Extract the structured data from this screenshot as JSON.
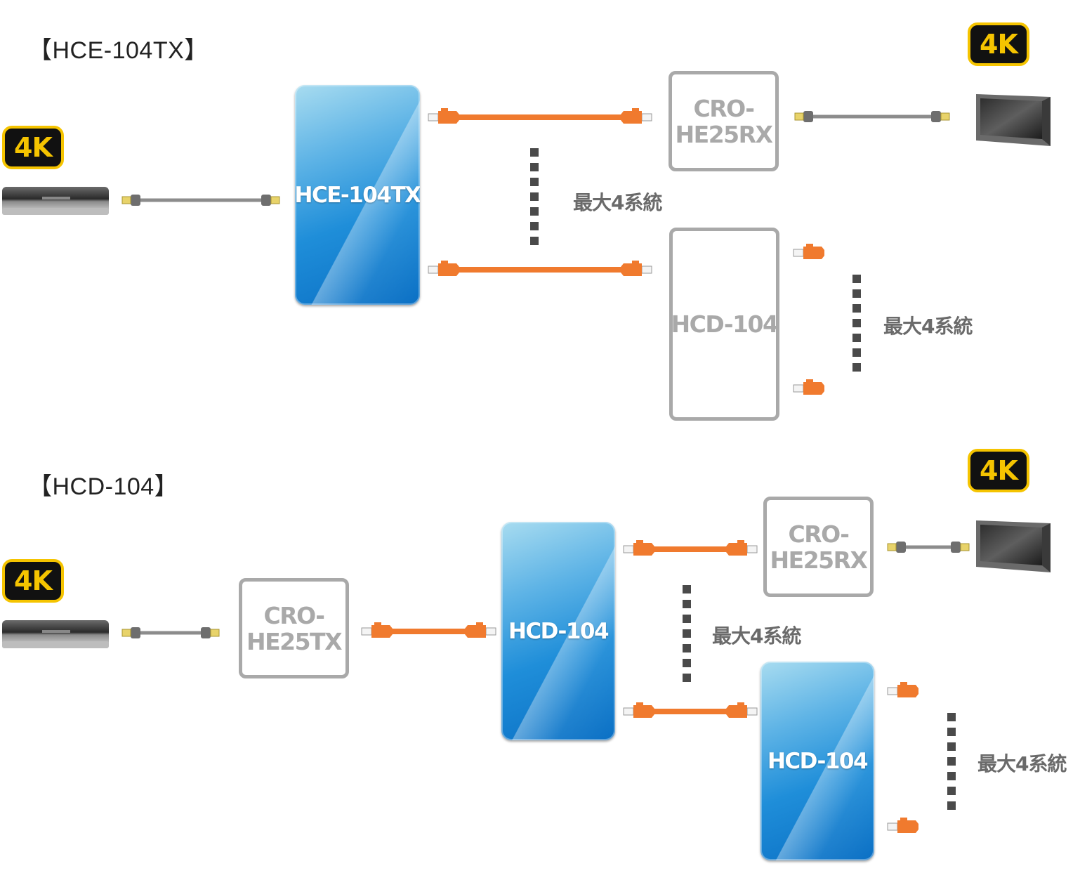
{
  "sections": [
    {
      "title": "【HCE-104TX】",
      "badges": [
        "4K",
        "4K"
      ],
      "devices": {
        "main": "HCE-104TX",
        "receiver_line1": "CRO-",
        "receiver_line2": "HE25RX",
        "decoder": "HCD-104"
      },
      "max_labels": [
        "最大4系統",
        "最大4系統"
      ]
    },
    {
      "title": "【HCD-104】",
      "badges": [
        "4K",
        "4K"
      ],
      "devices": {
        "transmitter_line1": "CRO-",
        "transmitter_line2": "HE25TX",
        "main": "HCD-104",
        "receiver_line1": "CRO-",
        "receiver_line2": "HE25RX",
        "decoder": "HCD-104"
      },
      "max_labels": [
        "最大4系統",
        "最大4系統"
      ]
    }
  ],
  "colors": {
    "badge_bg": "#111111",
    "badge_text": "#f5c400",
    "lan_cable": "#f07a2e",
    "hdmi_cable": "#8c8c8c",
    "outline_box": "#a9a9a9",
    "blue_box": "#1f8ed9"
  },
  "icons": [
    "player-icon",
    "tv-icon",
    "hdmi-cable-icon",
    "lan-cable-icon"
  ]
}
